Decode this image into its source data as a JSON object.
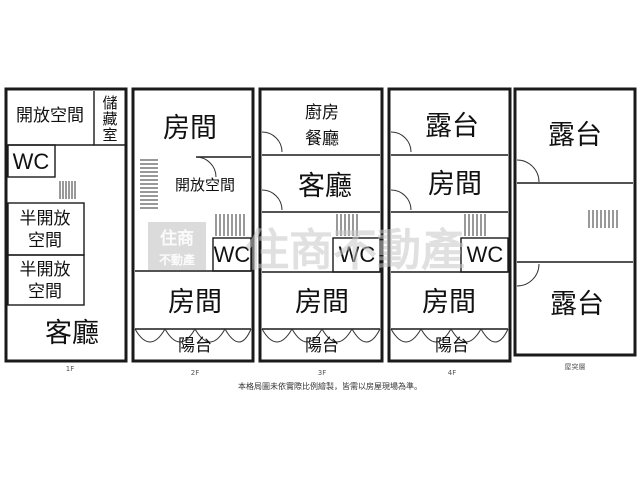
{
  "floors": [
    {
      "label": "1F",
      "rooms": [
        "開放空間",
        "儲",
        "藏",
        "室",
        "WC",
        "半開放",
        "空間",
        "半開放",
        "空間",
        "客廳"
      ]
    },
    {
      "label": "2F",
      "rooms": [
        "房間",
        "開放空間",
        "WC",
        "房間",
        "陽台"
      ]
    },
    {
      "label": "3F",
      "rooms": [
        "廚房",
        "餐廳",
        "客廳",
        "WC",
        "房間",
        "陽台"
      ]
    },
    {
      "label": "4F",
      "rooms": [
        "露台",
        "房間",
        "WC",
        "房間",
        "陽台"
      ]
    },
    {
      "label": "屋突層",
      "rooms": [
        "露台",
        "露台"
      ]
    }
  ],
  "note": "本格局圖未依實際比例繪製，皆需以房屋現場為準。",
  "watermark": {
    "main": "住商不動產",
    "badge_top": "住商",
    "badge_bottom": "不動產"
  }
}
